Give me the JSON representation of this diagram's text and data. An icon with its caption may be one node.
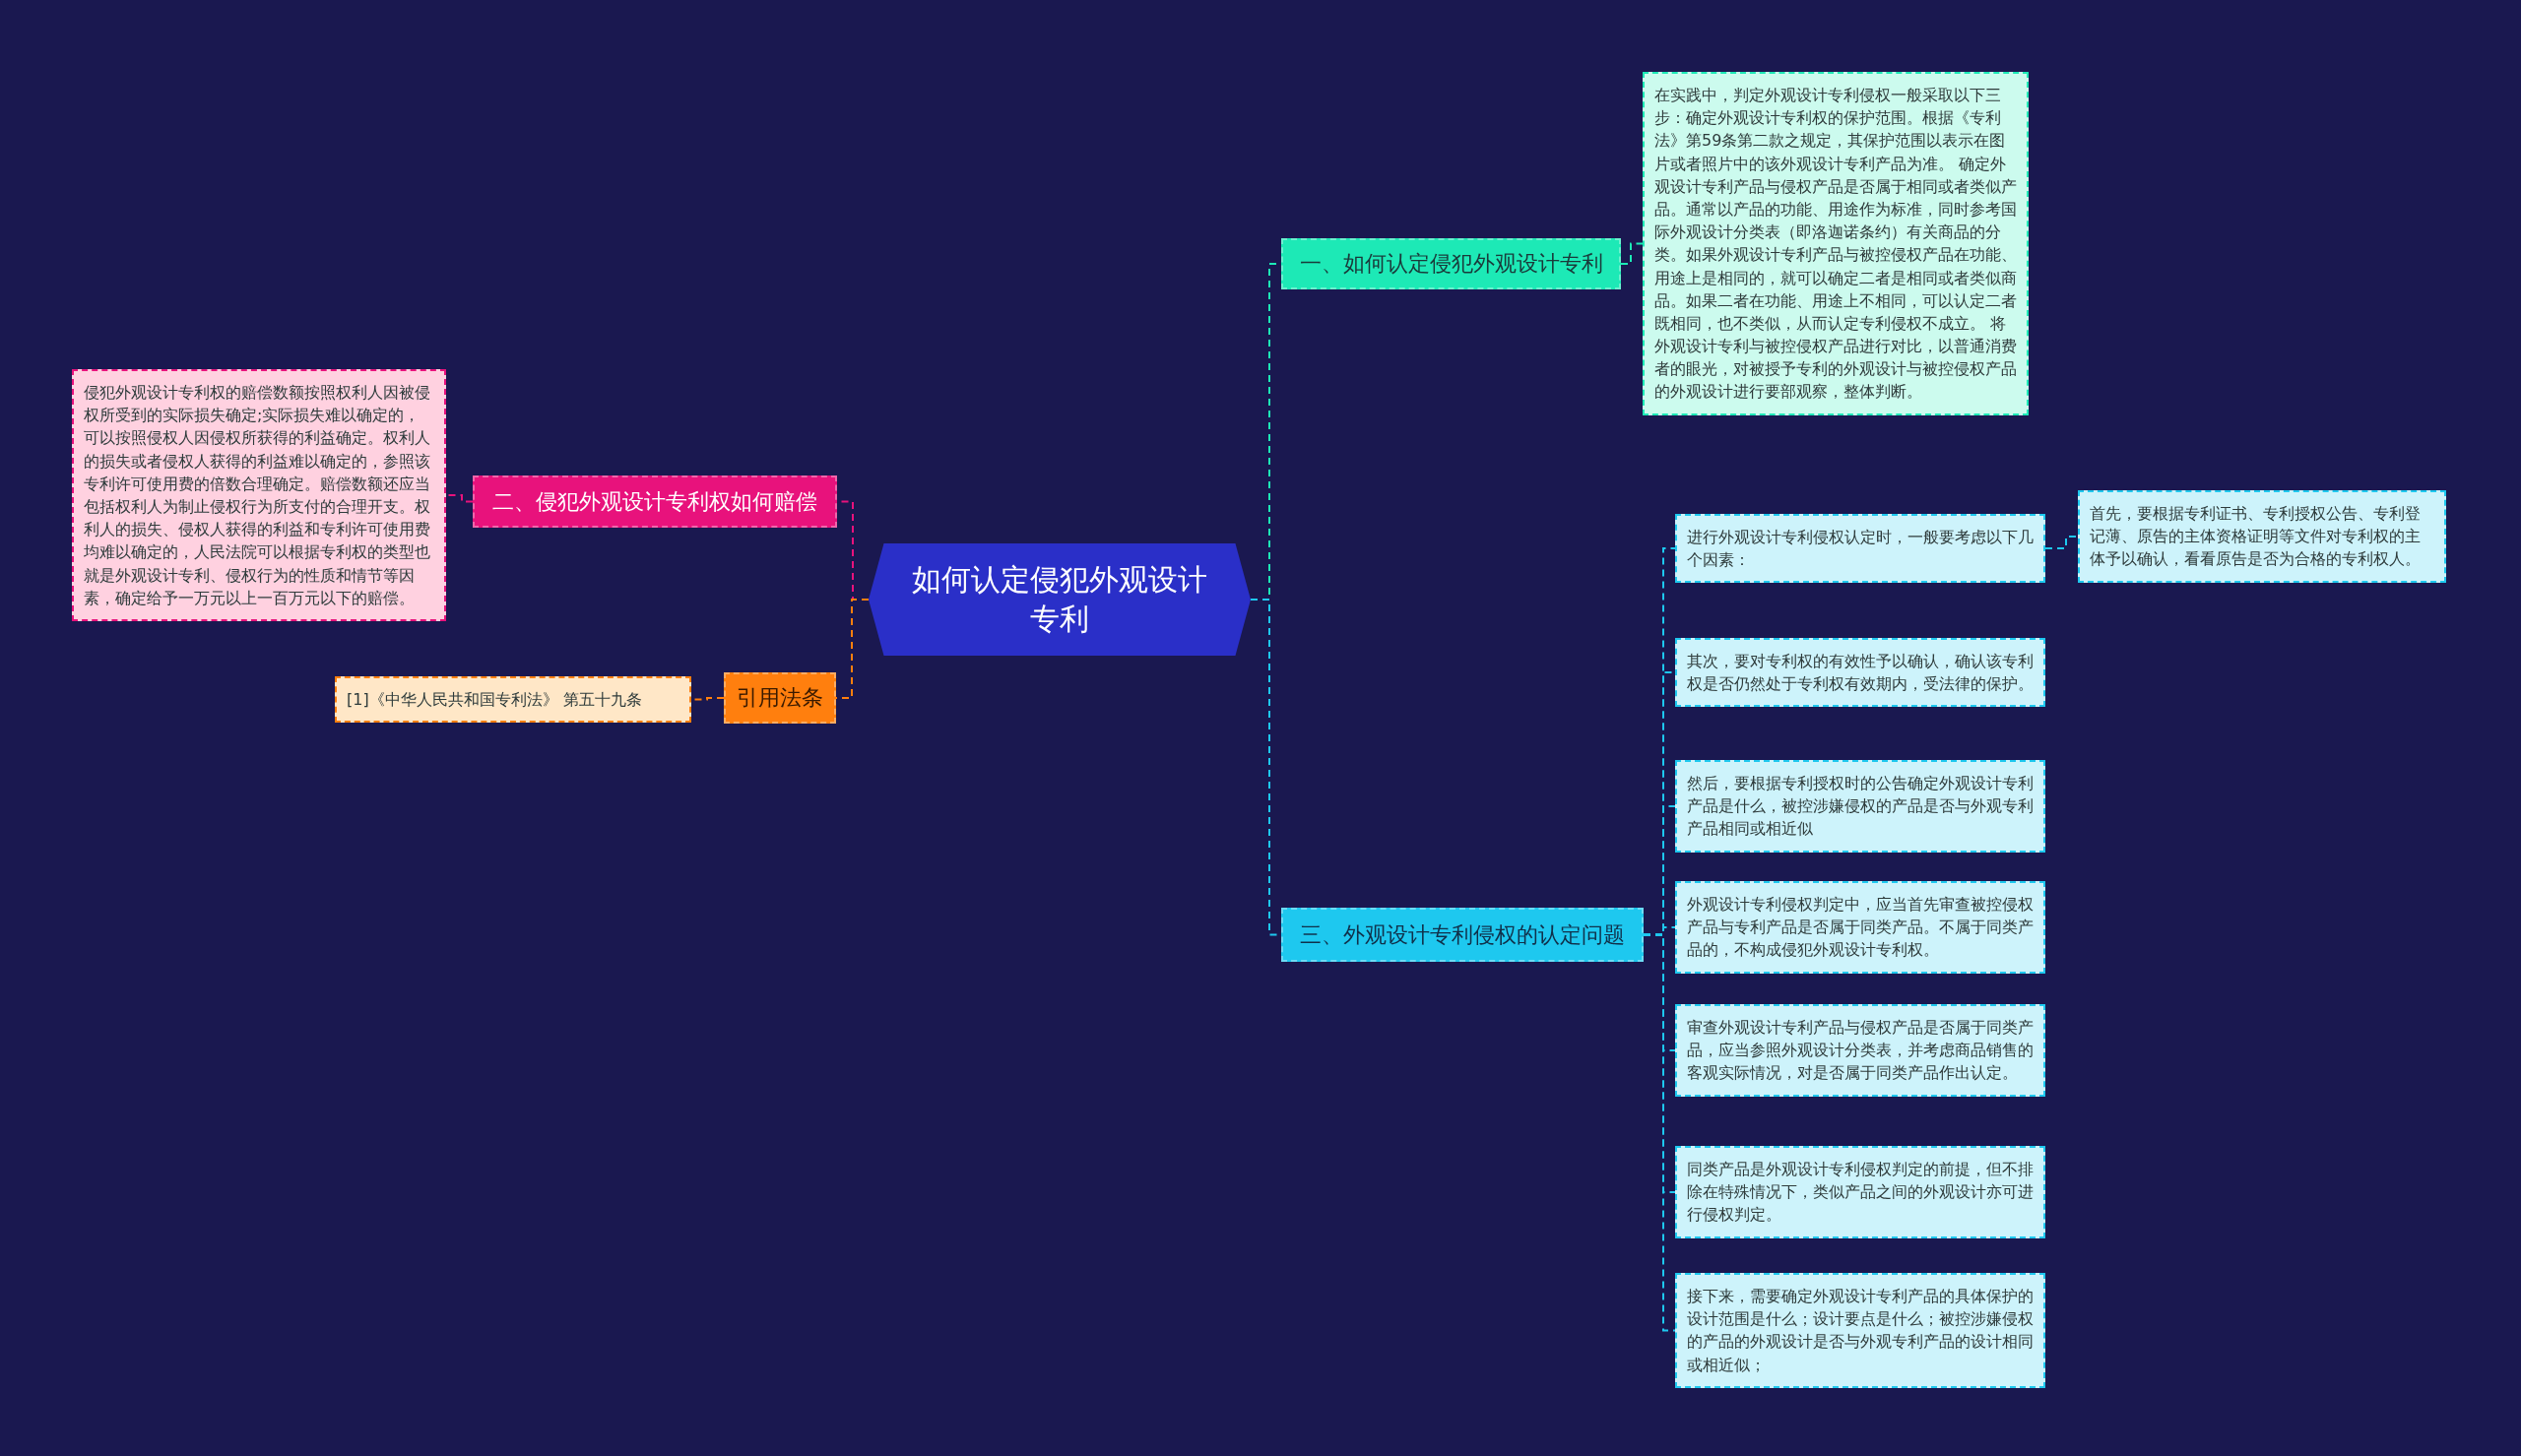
{
  "diagram": {
    "nodes": [
      {
        "text": [
          "如何认定侵犯外观设计专利"
        ]
      },
      {
        "text": [
          "一、如何认定侵犯外观设计专利"
        ]
      },
      {
        "text": [
          "在实践中，判定外观设计专利侵权一般采取以下三步：确定外观设计专利权的保护范围。根据《专利法》第59条第二款之规定，其保护范围以表示在图片或者照片中的该外观设计专利产品为准。 确定外观设计专利产品与侵权产品是否属于相同或者类似产品。通常以产品的功能、用途作为标准，同时参考国际外观设计分类表（即洛迦诺条约）有关商品的分类。如果外观设计专利产品与被控侵权产品在功能、用途上是相同的，就可以确定二者是相同或者类似商品。如果二者在功能、用途上不相同，可以认定二者既相同，也不类似，从而认定专利侵权不成立。 将外观设计专利与被控侵权产品进行对比，以普通消费者的眼光，对被授予专利的外观设计与被控侵权产品的外观设计进行要部观察，整体判断。"
        ]
      },
      {
        "text": [
          "二、侵犯外观设计专利权如何赔偿"
        ]
      },
      {
        "text": [
          "侵犯外观设计专利权的赔偿数额按照权利人因被侵权所受到的实际损失确定;实际损失难以确定的，可以按照侵权人因侵权所获得的利益确定。权利人的损失或者侵权人获得的利益难以确定的，参照该专利许可使用费的倍数合理确定。赔偿数额还应当包括权利人为制止侵权行为所支付的合理开支。权利人的损失、侵权人获得的利益和专利许可使用费均难以确定的，人民法院可以根据专利权的类型也就是外观设计专利、侵权行为的性质和情节等因素，确定给予一万元以上一百万元以下的赔偿。"
        ]
      },
      {
        "text": [
          "引用法条"
        ]
      },
      {
        "text": [
          "[1]《中华人民共和国专利法》 第五十九条"
        ]
      },
      {
        "text": [
          "三、外观设计专利侵权的认定问题"
        ]
      },
      {
        "text": [
          "进行外观设计专利侵权认定时，一般要考虑以下几个因素："
        ]
      },
      {
        "text": [
          "首先，要根据专利证书、专利授权公告、专利登记薄、原告的主体资格证明等文件对专利权的主体予以确认，看看原告是否为合格的专利权人。"
        ]
      },
      {
        "text": [
          "其次，要对专利权的有效性予以确认，确认该专利权是否仍然处于专利权有效期内，受法律的保护。"
        ]
      },
      {
        "text": [
          "然后，要根据专利授权时的公告确定外观设计专利产品是什么，被控涉嫌侵权的产品是否与外观专利产品相同或相近似"
        ]
      },
      {
        "text": [
          "外观设计专利侵权判定中，应当首先审查被控侵权产品与专利产品是否属于同类产品。不属于同类产品的，不构成侵犯外观设计专利权。"
        ]
      },
      {
        "text": [
          "审查外观设计专利产品与侵权产品是否属于同类产品，应当参照外观设计分类表，并考虑商品销售的客观实际情况，对是否属于同类产品作出认定。"
        ]
      },
      {
        "text": [
          "同类产品是外观设计专利侵权判定的前提，但不排除在特殊情况下，类似产品之间的外观设计亦可进行侵权判定。"
        ]
      },
      {
        "text": [
          "接下来，需要确定外观设计专利产品的具体保护的设计范围是什么；设计要点是什么；被控涉嫌侵权的产品的外观设计是否与外观专利产品的设计相同或相近似；"
        ]
      }
    ],
    "edges": [
      {
        "from": 0,
        "to": 1,
        "arrow": "none",
        "style": "dashed",
        "color": "#1de9b6"
      },
      {
        "from": 1,
        "to": 2,
        "arrow": "none",
        "style": "dashed",
        "color": "#1de9b6"
      },
      {
        "from": 0,
        "to": 3,
        "arrow": "none",
        "style": "dashed",
        "color": "#e8127c"
      },
      {
        "from": 3,
        "to": 4,
        "arrow": "none",
        "style": "dashed",
        "color": "#e8127c"
      },
      {
        "from": 0,
        "to": 5,
        "arrow": "none",
        "style": "dashed",
        "color": "#ff7f0e"
      },
      {
        "from": 5,
        "to": 6,
        "arrow": "none",
        "style": "dashed",
        "color": "#ff7f0e"
      },
      {
        "from": 0,
        "to": 7,
        "arrow": "none",
        "style": "dashed",
        "color": "#1ec8ef"
      },
      {
        "from": 7,
        "to": 8,
        "arrow": "none",
        "style": "dashed",
        "color": "#1ec8ef"
      },
      {
        "from": 8,
        "to": 9,
        "arrow": "none",
        "style": "dashed",
        "color": "#1ec8ef"
      },
      {
        "from": 7,
        "to": 10,
        "arrow": "none",
        "style": "dashed",
        "color": "#1ec8ef"
      },
      {
        "from": 7,
        "to": 11,
        "arrow": "none",
        "style": "dashed",
        "color": "#1ec8ef"
      },
      {
        "from": 7,
        "to": 12,
        "arrow": "none",
        "style": "dashed",
        "color": "#1ec8ef"
      },
      {
        "from": 7,
        "to": 13,
        "arrow": "none",
        "style": "dashed",
        "color": "#1ec8ef"
      },
      {
        "from": 7,
        "to": 14,
        "arrow": "none",
        "style": "dashed",
        "color": "#1ec8ef"
      },
      {
        "from": 7,
        "to": 15,
        "arrow": "none",
        "style": "dashed",
        "color": "#1ec8ef"
      }
    ]
  }
}
